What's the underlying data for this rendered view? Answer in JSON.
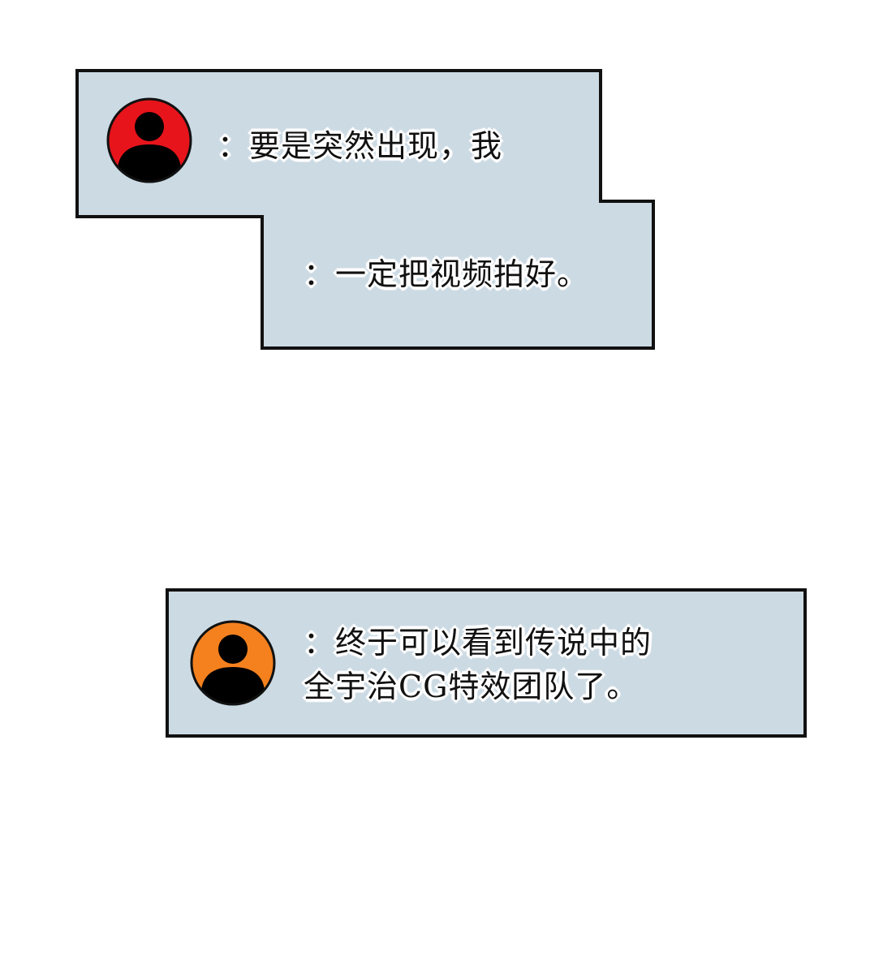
{
  "colors": {
    "bubble_fill": "#ccdae4",
    "bubble_border": "#111111",
    "avatar_red": "#e8141c",
    "avatar_orange": "#f5801e",
    "avatar_silhouette": "#000000",
    "text": "#111111",
    "text_outline": "#ffffff"
  },
  "bubble1": {
    "avatar_icon": "person-icon",
    "line1": "：要是突然出现，我",
    "line2": "：一定把视频拍好。"
  },
  "bubble2": {
    "avatar_icon": "person-icon",
    "line1": "：终于可以看到传说中的",
    "line2": "全宇治CG特效团队了。"
  }
}
